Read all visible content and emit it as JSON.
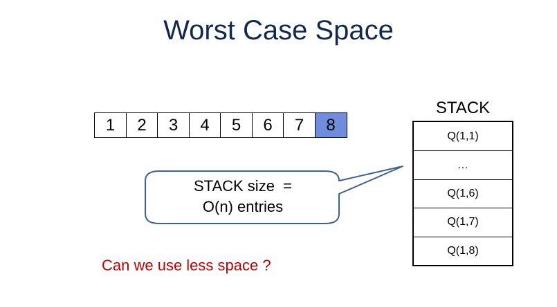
{
  "slide": {
    "title": "Worst Case Space",
    "question": "Can we use less space ?"
  },
  "array": {
    "cells": [
      "1",
      "2",
      "3",
      "4",
      "5",
      "6",
      "7",
      "8"
    ],
    "highlight_index": 7,
    "highlight_color": "#6f8ddb"
  },
  "stack": {
    "label": "STACK",
    "entries": [
      "Q(1,1)",
      "…",
      "Q(1,6)",
      "Q(1,7)",
      "Q(1,8)"
    ]
  },
  "callout": {
    "line1": "STACK size  =",
    "line2": "O(n) entries"
  },
  "colors": {
    "title": "#14284b",
    "question": "#c00000",
    "callout_border": "#3f6191"
  }
}
